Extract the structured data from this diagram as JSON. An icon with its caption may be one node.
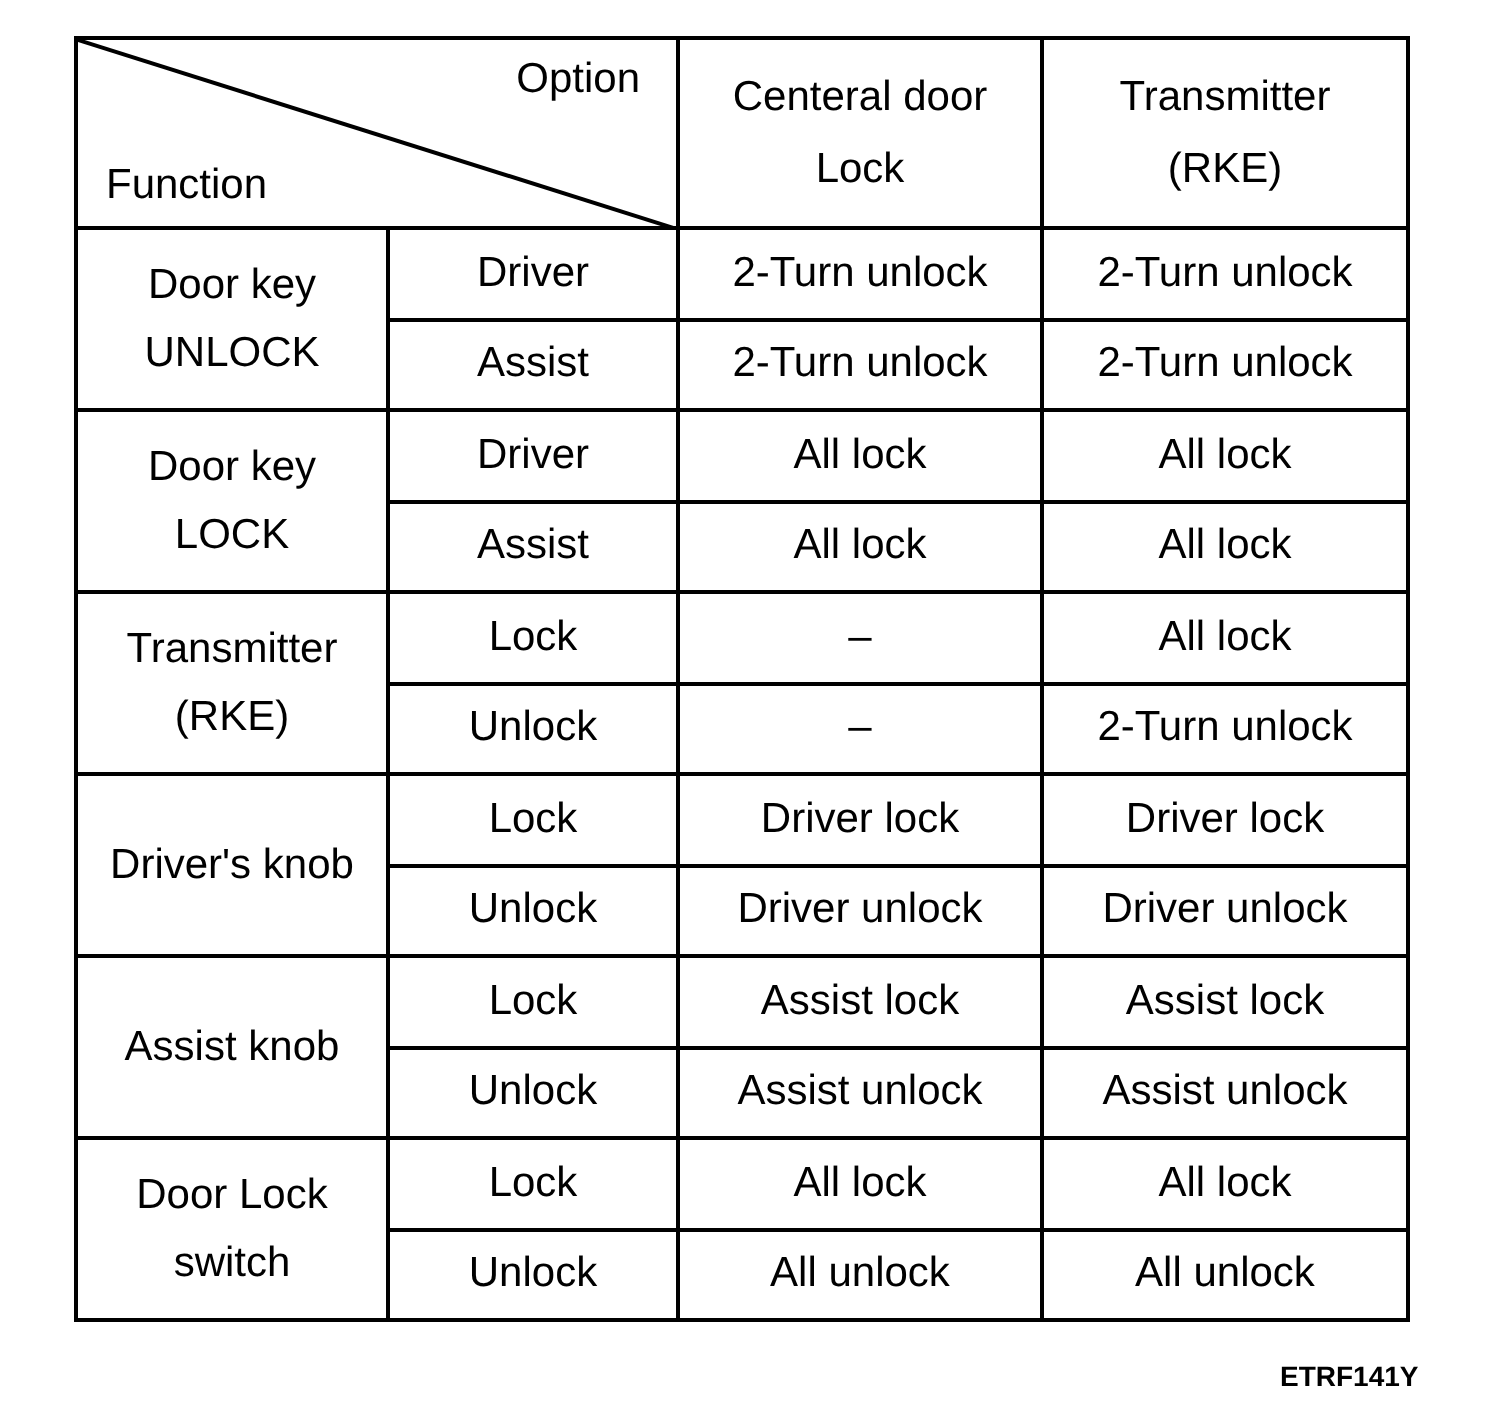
{
  "diagram": {
    "labels": [
      "Option",
      "Function",
      "Centeral door Lock",
      "Transmitter (RKE)",
      "Door key UNLOCK",
      "Driver",
      "2-Turn unlock",
      "2-Turn unlock",
      "Assist",
      "2-Turn unlock",
      "2-Turn unlock",
      "Door key LOCK",
      "Driver",
      "All lock",
      "All lock",
      "Assist",
      "All lock",
      "All lock",
      "Transmitter (RKE)",
      "Lock",
      "–",
      "All lock",
      "Unlock",
      "–",
      "2-Turn unlock",
      "Driver's knob",
      "Lock",
      "Driver lock",
      "Driver lock",
      "Unlock",
      "Driver unlock",
      "Driver unlock",
      "Assist knob",
      "Lock",
      "Assist lock",
      "Assist lock",
      "Unlock",
      "Assist unlock",
      "Assist unlock",
      "Door Lock switch",
      "Lock",
      "All lock",
      "All lock",
      "Unlock",
      "All unlock",
      "All unlock",
      "ETRF141Y"
    ]
  }
}
